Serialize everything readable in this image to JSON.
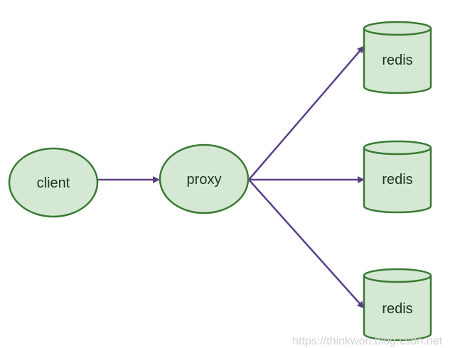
{
  "diagram": {
    "nodes": {
      "client": {
        "label": "client"
      },
      "proxy": {
        "label": "proxy"
      },
      "redis_top": {
        "label": "redis"
      },
      "redis_middle": {
        "label": "redis"
      },
      "redis_bottom": {
        "label": "redis"
      }
    },
    "edges": [
      {
        "from": "client",
        "to": "proxy"
      },
      {
        "from": "proxy",
        "to": "redis_top"
      },
      {
        "from": "proxy",
        "to": "redis_middle"
      },
      {
        "from": "proxy",
        "to": "redis_bottom"
      }
    ],
    "colors": {
      "node_fill": "#d5e8d4",
      "node_stroke": "#3a7a34",
      "edge": "#5b3f86"
    }
  },
  "watermark": "https://thinkwon.blog.csdn.net"
}
